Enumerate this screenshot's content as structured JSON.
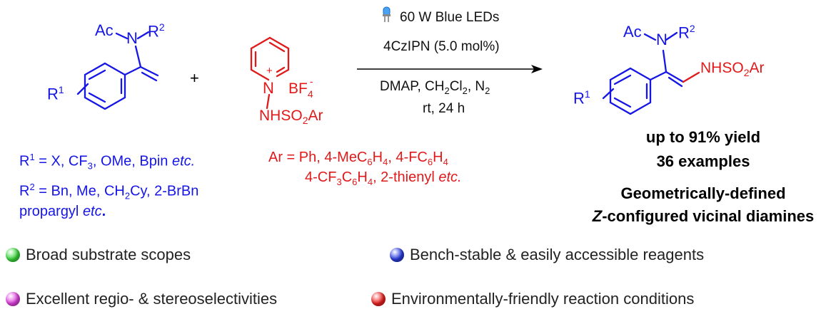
{
  "reactant1": {
    "ac": "Ac",
    "n": "N",
    "r2": "R",
    "r2_sup": "2",
    "r1": "R",
    "r1_sup": "1"
  },
  "plus": "+",
  "reactant2": {
    "plus_charge": "+",
    "n": "N",
    "bf": "BF",
    "bf_sub": "4",
    "bf_sup": "-",
    "nh_prefix": "NHSO",
    "nh_sub": "2",
    "nh_suffix": "Ar"
  },
  "conditions": {
    "light": "60 W Blue LEDs",
    "catalyst": "4CzIPN (5.0 mol%)",
    "reagents_a": "DMAP, CH",
    "reagents_sub1": "2",
    "reagents_b": "Cl",
    "reagents_sub2": "2",
    "reagents_c": ", N",
    "reagents_sub3": "2",
    "temp_time": "rt, 24 h"
  },
  "product": {
    "ac": "Ac",
    "n": "N",
    "r2": "R",
    "r2_sup": "2",
    "r1": "R",
    "r1_sup": "1",
    "nh_prefix": "NHSO",
    "nh_sub": "2",
    "nh_suffix": "Ar"
  },
  "substituents": {
    "r1_line_a": "R",
    "r1_line_sup": "1",
    "r1_line_b": " = X, CF",
    "r1_line_sub": "3",
    "r1_line_c": ", OMe, Bpin ",
    "r1_line_etc": "etc.",
    "r2_line_a": "R",
    "r2_line_sup": "2",
    "r2_line_b": " = Bn, Me,  CH",
    "r2_line_sub": "2",
    "r2_line_c": "Cy, 2-BrBn",
    "r2_line2_a": "propargyl ",
    "r2_line2_etc": "etc",
    "r2_line2_dot": ".",
    "ar_line1_a": "Ar = Ph, 4-MeC",
    "ar_line1_sub1": "6",
    "ar_line1_b": "H",
    "ar_line1_sub2": "4",
    "ar_line1_c": ", 4-FC",
    "ar_line1_sub3": "6",
    "ar_line1_d": "H",
    "ar_line1_sub4": "4",
    "ar_line2_a": "4-CF",
    "ar_line2_sub1": "3",
    "ar_line2_b": "C",
    "ar_line2_sub2": "6",
    "ar_line2_c": "H",
    "ar_line2_sub3": "4",
    "ar_line2_d": ", 2-thienyl ",
    "ar_line2_etc": "etc."
  },
  "results": {
    "yield": "up to 91% yield",
    "examples": "36 examples",
    "desc1": "Geometrically-defined",
    "desc2_italic": "Z",
    "desc2_rest": "-configured vicinal diamines"
  },
  "features": [
    {
      "label": "Broad substrate scopes",
      "color": "#3ad83a"
    },
    {
      "label": "Bench-stable & easily accessible reagents",
      "color": "#2a3ce0"
    },
    {
      "label": "Excellent regio- & stereoselectivities",
      "color": "#e040e0"
    },
    {
      "label": "Environmentally-friendly reaction conditions",
      "color": "#ec2020"
    }
  ],
  "colors": {
    "blue": "#1515e6",
    "red": "#e01a1a",
    "black": "#111111"
  }
}
